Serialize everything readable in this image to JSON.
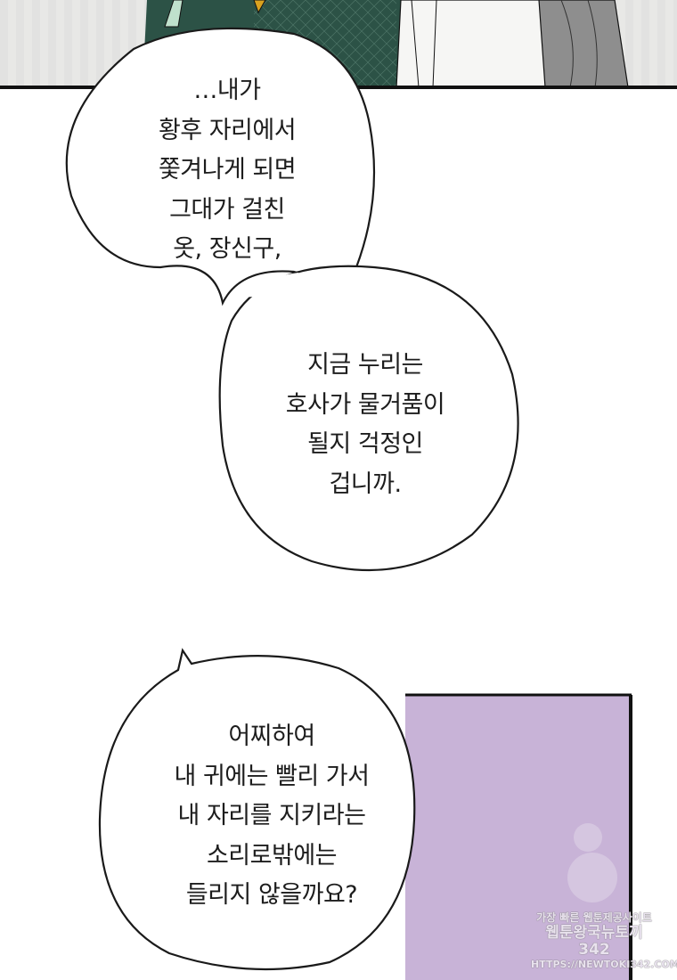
{
  "bubbles": [
    {
      "lines": [
        "…내가",
        "황후 자리에서",
        "쫓겨나게 되면",
        "그대가 걸친",
        "옷, 장신구,"
      ]
    },
    {
      "lines": [
        "지금 누리는",
        "호사가 물거품이",
        "될지 걱정인",
        "겁니까."
      ]
    },
    {
      "lines": [
        "어찌하여",
        "내 귀에는 빨리 가서",
        "내 자리를 지키라는",
        "소리로밖에는",
        "들리지 않을까요?"
      ]
    }
  ],
  "watermark": {
    "line1": "가장 빠른 웹툰제공사이트",
    "line2": "웹툰왕국뉴토끼342",
    "line3": "HTTPS://NEWTOKI342.COM"
  },
  "colors": {
    "robe": "#2c5246",
    "panel_purple": "#c7b1d6",
    "top_bg": "#e6e6e6"
  }
}
